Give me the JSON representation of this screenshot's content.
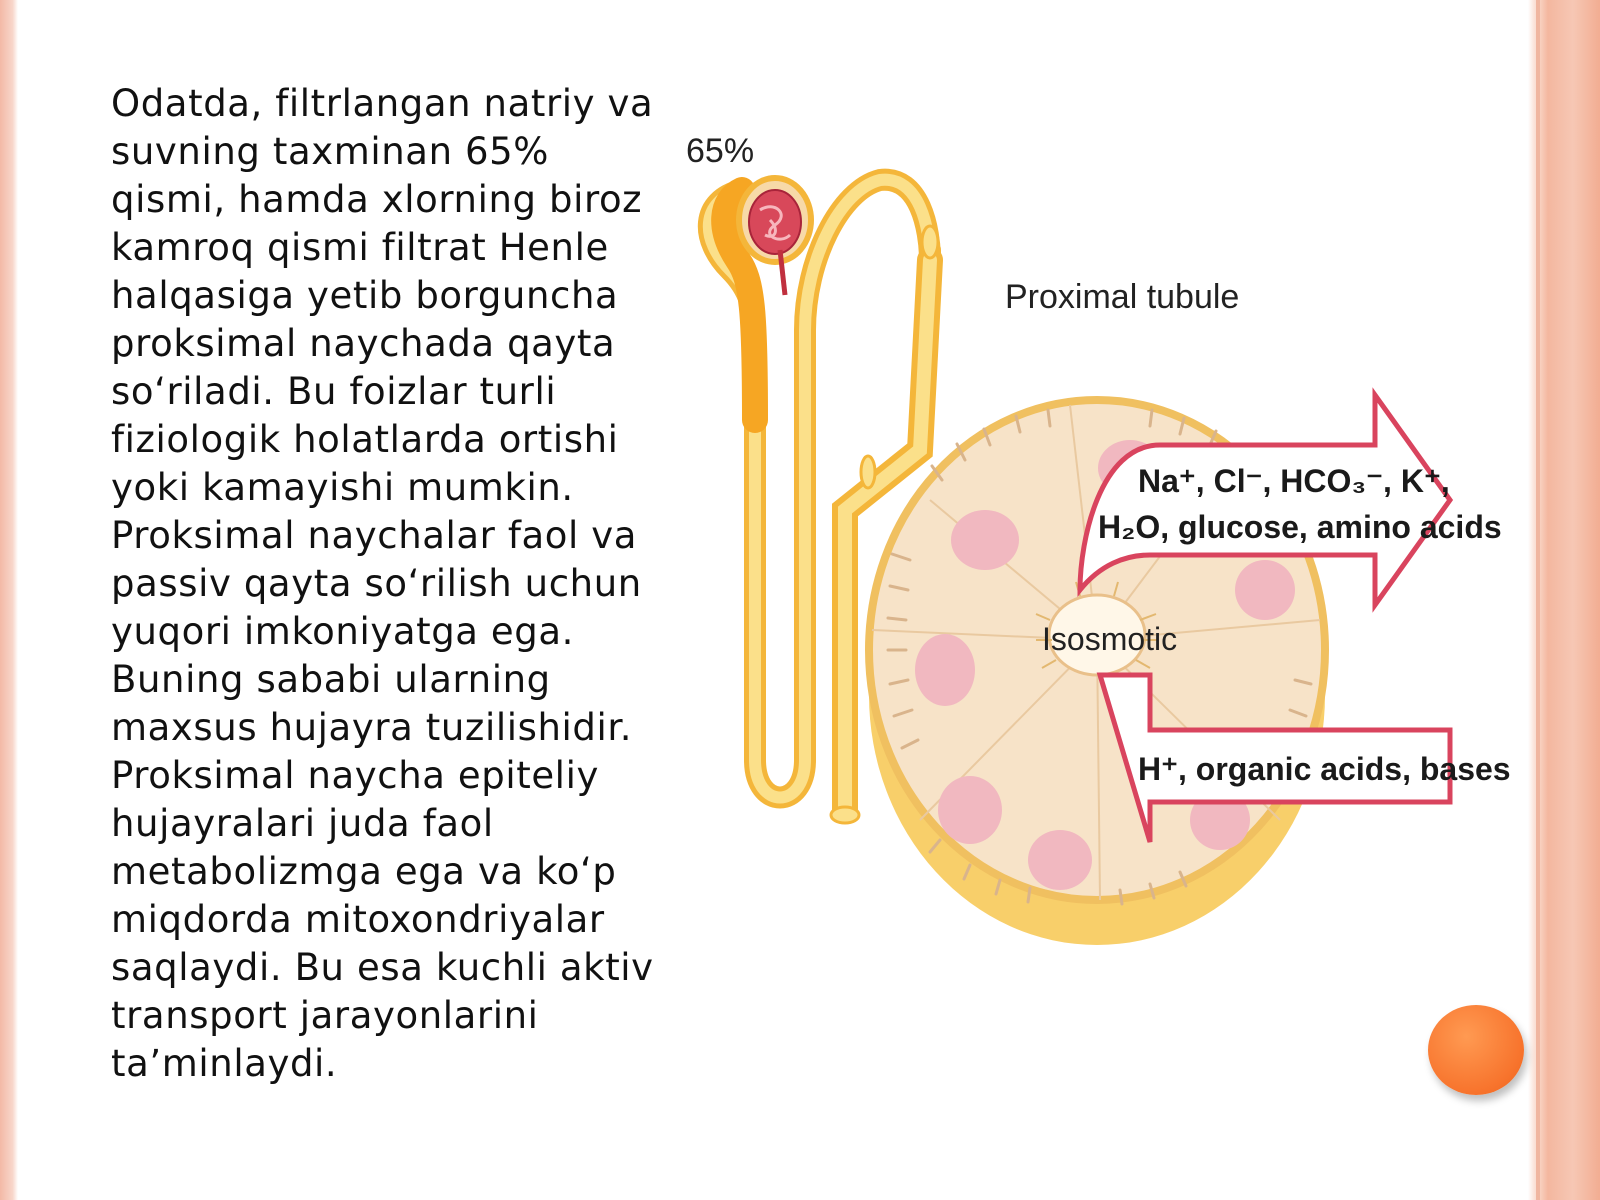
{
  "paragraphs": [
    "Odatda, filtrlangan natriy va suvning taxminan 65% qismi, hamda xlorning biroz kamroq qismi filtrat Henle halqasiga yetib borguncha proksimal naychada qayta so‘riladi. Bu foizlar turli fiziologik holatlarda ortishi yoki kamayishi mumkin. Proksimal naychalar faol va passiv qayta so‘rilish uchun yuqori imkoniyatga ega.",
    " Buning sababi ularning maxsus hujayra tuzilishidir. Proksimal naycha epiteliy hujayralari juda faol metabolizmga ega va ko‘p miqdorda mitoxondriyalar saqlaydi. Bu esa kuchli aktiv transport jarayonlarini ta’minlaydi."
  ],
  "figure": {
    "percent_label": "65%",
    "title": "Proximal tubule",
    "reabsorbed_line1": "Na⁺, Cl⁻, HCO₃⁻, K⁺,",
    "reabsorbed_line2": "H₂O, glucose, amino acids",
    "center_label": "Isosmotic",
    "secreted": "H⁺, organic acids, bases"
  },
  "colors": {
    "frame": "#f4b79f",
    "accent_dot": "#f7732c",
    "nephron": "#f9c74f",
    "tubule_cell": "#f7e3c8",
    "nucleus": "#f1b8c0",
    "arrow_stroke": "#d9445e"
  }
}
